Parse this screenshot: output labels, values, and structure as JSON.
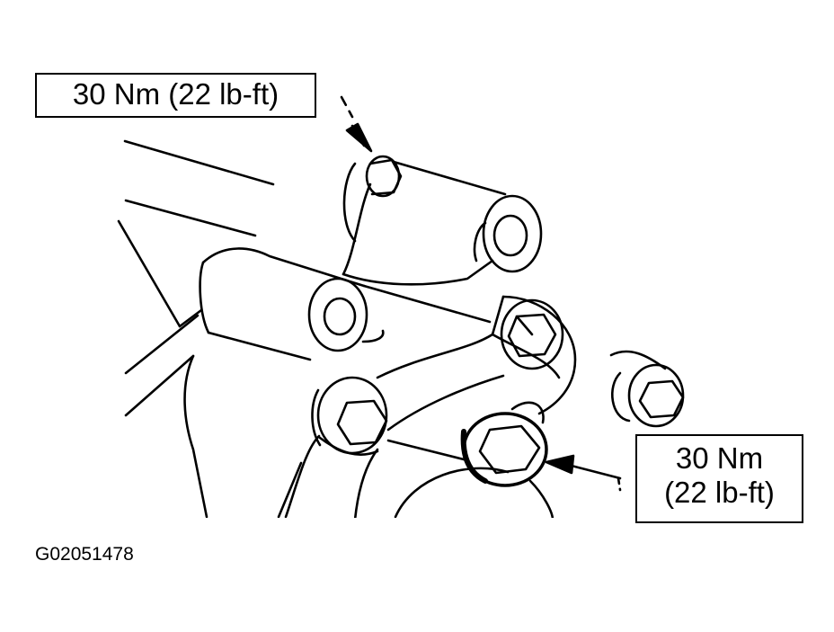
{
  "callouts": {
    "top": "30 Nm (22 lb-ft)",
    "right_line1": "30 Nm",
    "right_line2": "(22 lb-ft)"
  },
  "figure_id": "G02051478"
}
